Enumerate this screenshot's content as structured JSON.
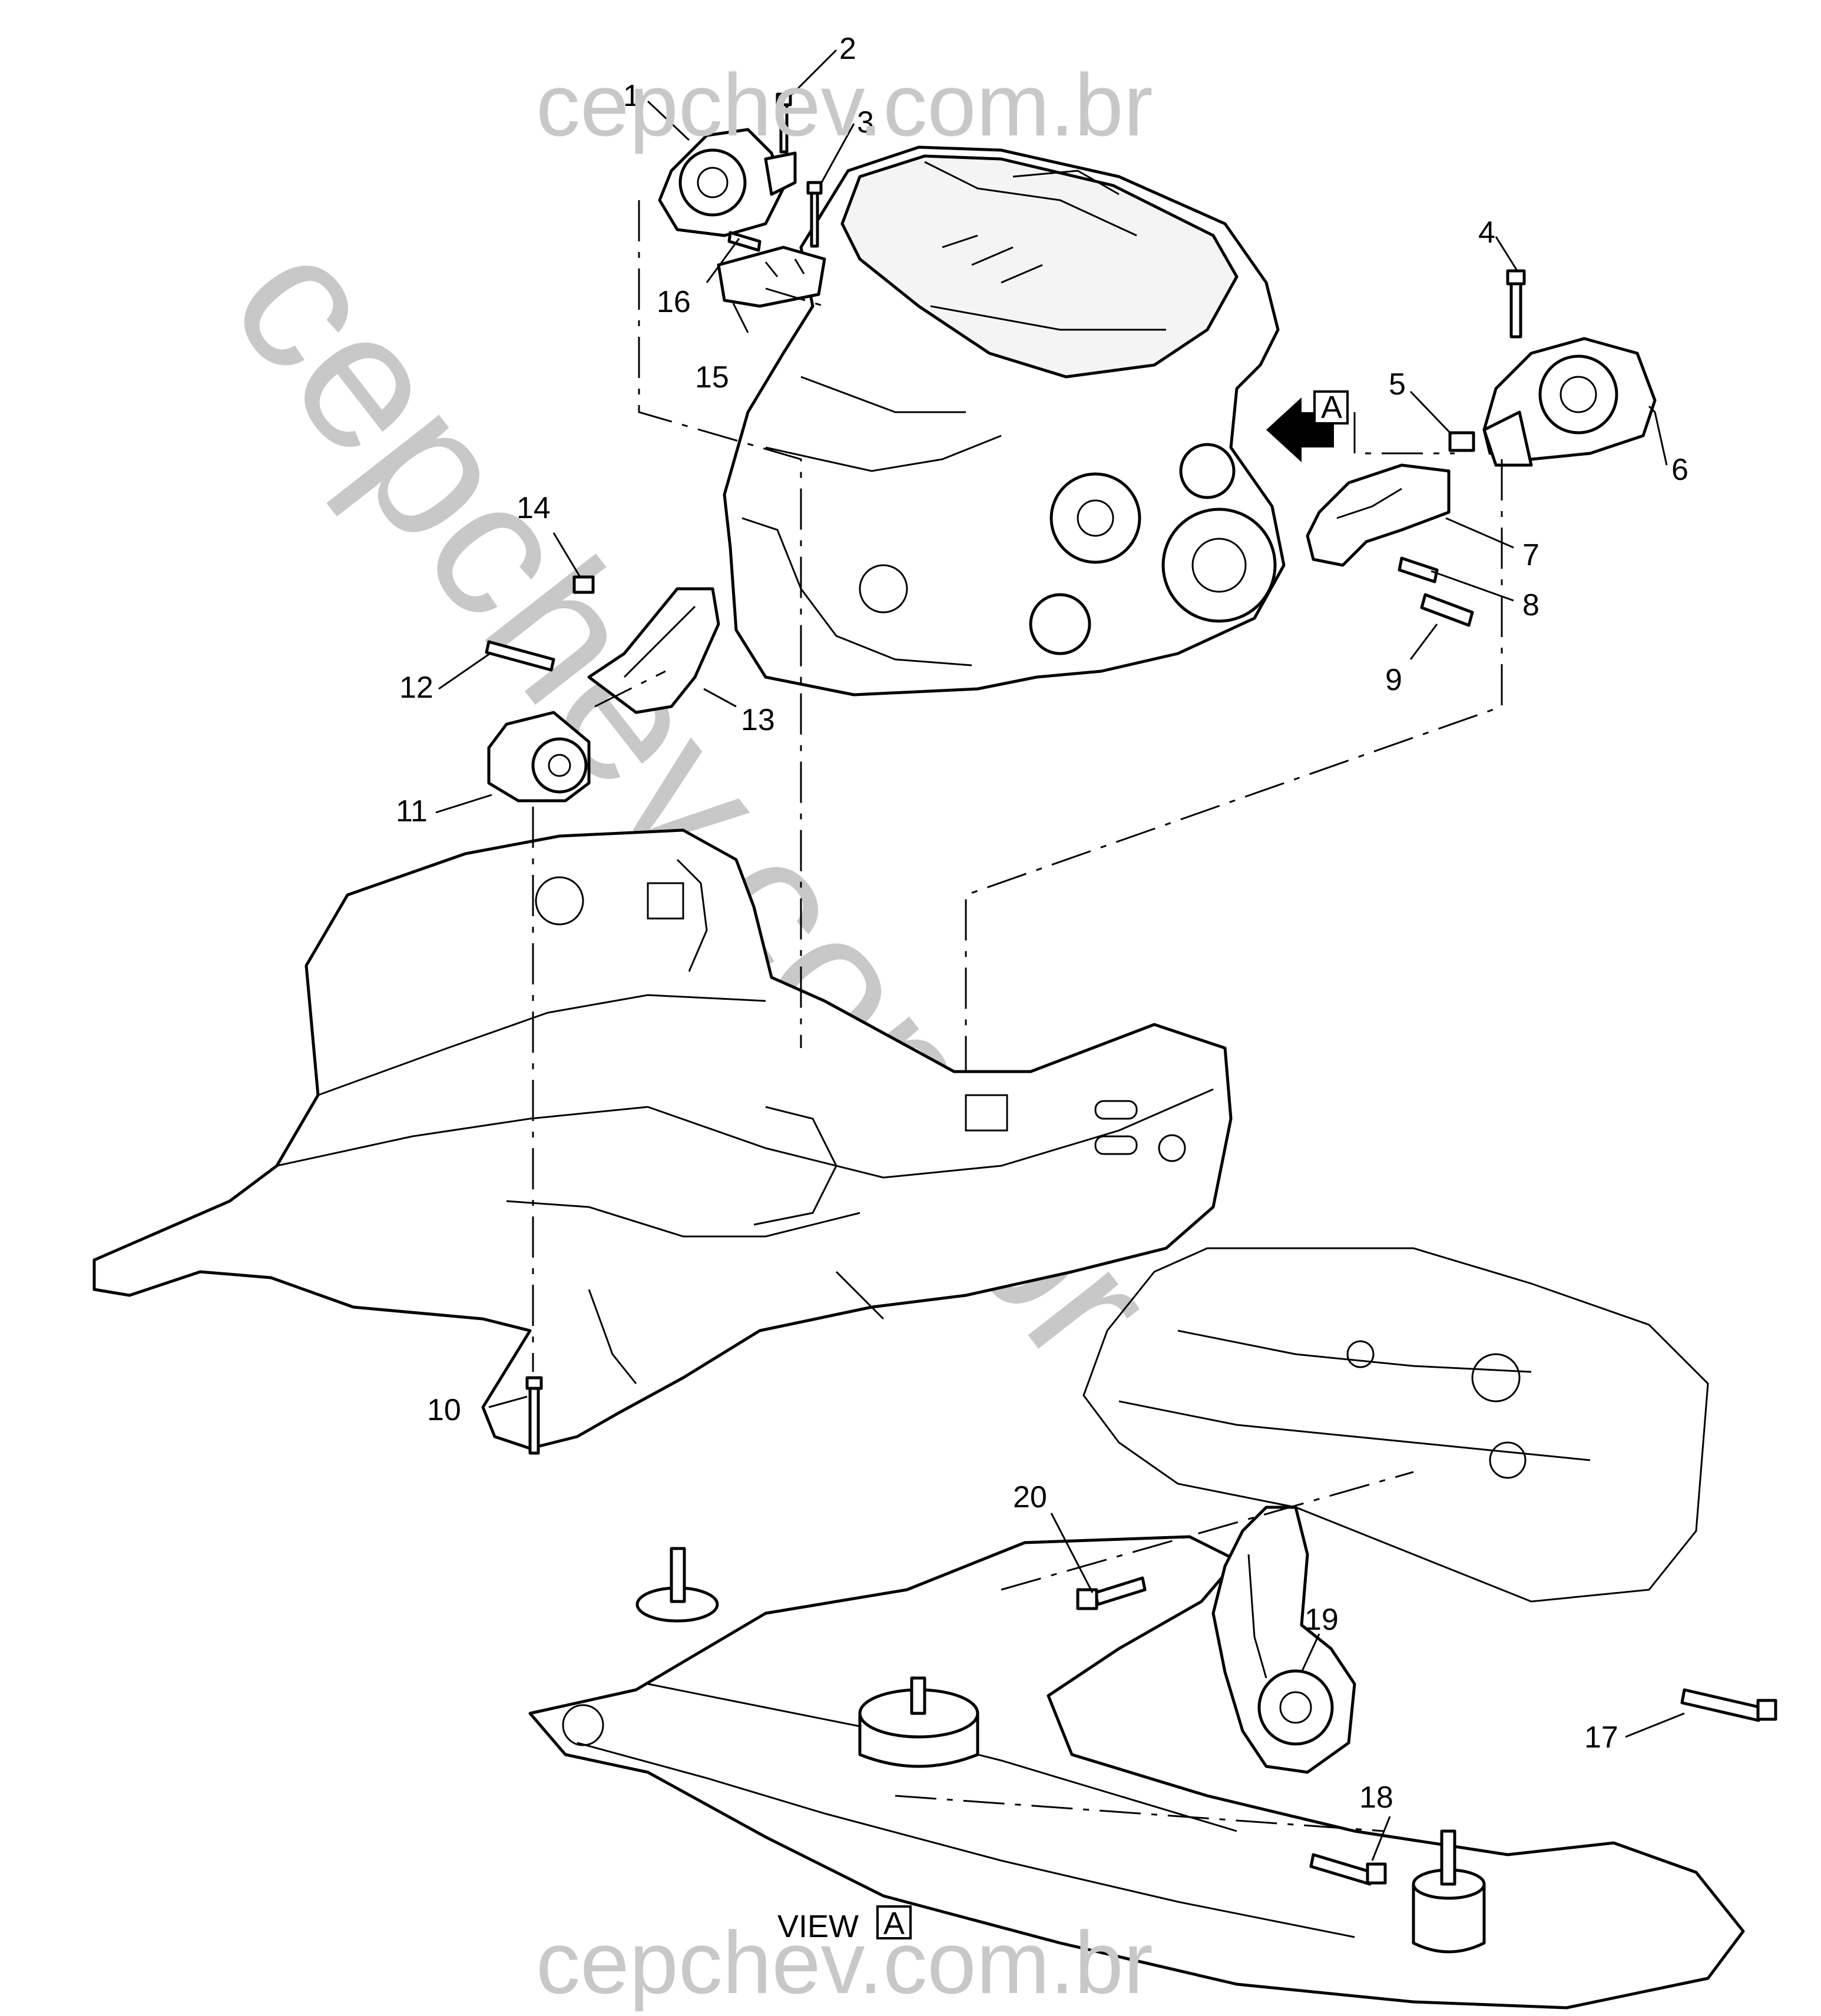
{
  "watermark": {
    "top": "cepchev.com.br",
    "bottom": "cepchev.com.br",
    "diagonal": "cepchev.com.br"
  },
  "view_label": "VIEW",
  "view_box_letter": "A",
  "arrow_box_letter": "A",
  "callouts": [
    "1",
    "2",
    "3",
    "4",
    "5",
    "6",
    "7",
    "8",
    "9",
    "10",
    "11",
    "12",
    "13",
    "14",
    "15",
    "16",
    "17",
    "18",
    "19",
    "20"
  ]
}
